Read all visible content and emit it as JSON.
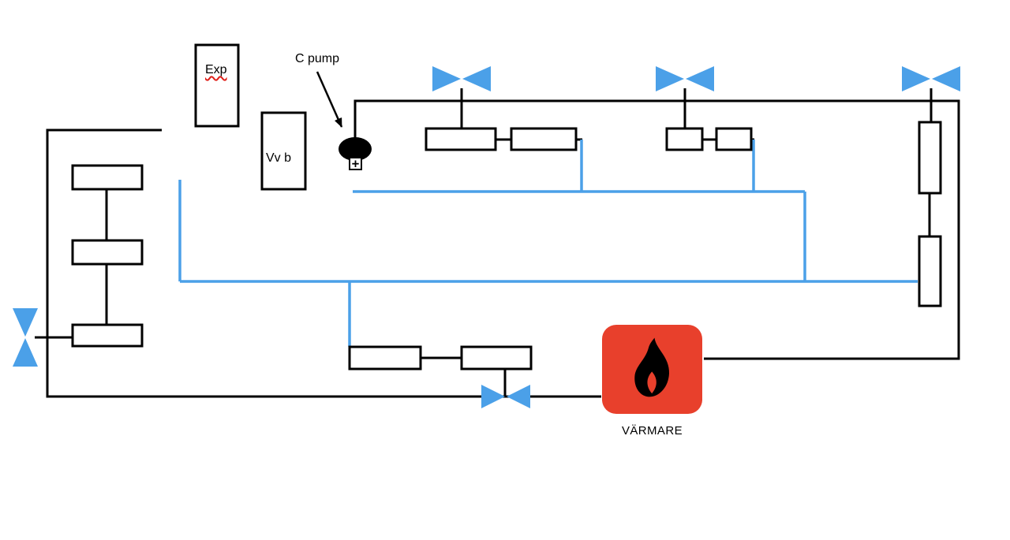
{
  "labels": {
    "exp": "Exp",
    "vvb": "Vv b",
    "c_pump": "C pump",
    "varmare": "VÄRMARE"
  },
  "colors": {
    "pipe_black": "#000000",
    "pipe_blue": "#4BA0E8",
    "valve_blue": "#4BA0E8",
    "heater_red": "#E8402C",
    "flame_black": "#000000",
    "misspell_underline_red": "#E0201A",
    "background": "#FFFFFF"
  }
}
